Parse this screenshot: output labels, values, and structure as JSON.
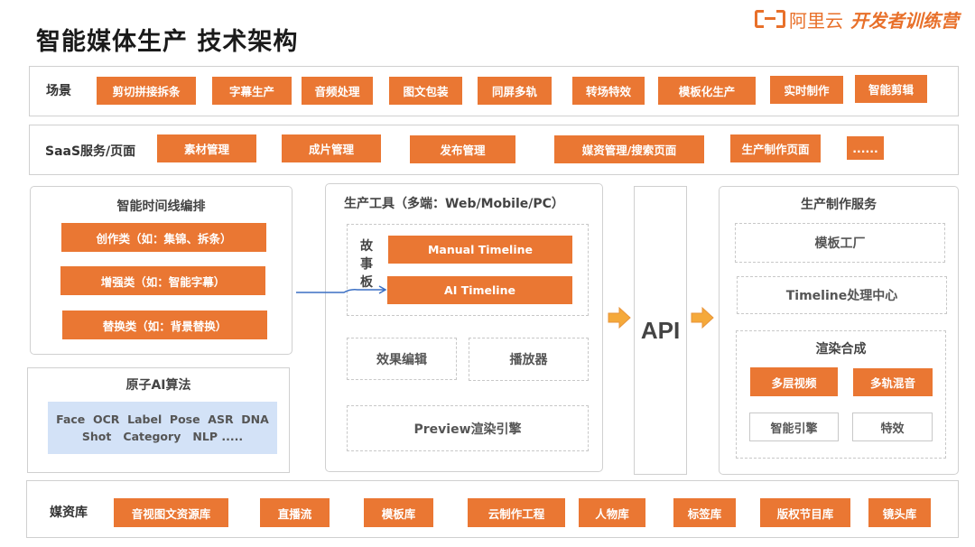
{
  "title": "智能媒体生产 技术架构",
  "brand": {
    "logo_icon": "aliyun-bracket-logo",
    "name": "阿里云",
    "subtitle": "开发者训练营",
    "color": "#e8702a"
  },
  "scenes": {
    "label": "场景",
    "items": [
      "剪切拼接拆条",
      "字幕生产",
      "音频处理",
      "图文包装",
      "同屏多轨",
      "转场特效",
      "模板化生产",
      "实时制作",
      "智能剪辑"
    ]
  },
  "saas": {
    "label": "SaaS服务/页面",
    "items": [
      "素材管理",
      "成片管理",
      "发布管理",
      "媒资管理/搜索页面",
      "生产制作页面",
      "......"
    ]
  },
  "timeline_orchestration": {
    "title": "智能时间线编排",
    "items": [
      "创作类（如：集锦、拆条）",
      "增强类（如：智能字幕）",
      "替换类（如：背景替换）"
    ]
  },
  "atomic_ai": {
    "title": "原子AI算法",
    "line1": "Face  OCR  Label  Pose  ASR  DNA",
    "line2": "Shot   Category   NLP ....."
  },
  "production_tools": {
    "title": "生产工具（多端：Web/Mobile/PC）",
    "storyboard_label": "故事板",
    "storyboard_items": [
      "Manual Timeline",
      "AI Timeline"
    ],
    "effect_edit": "效果编辑",
    "player": "播放器",
    "preview_engine": "Preview渲染引擎"
  },
  "api": {
    "label": "API",
    "arrow_icon": "arrow-right-icon",
    "arrow_color": "#f5a93a"
  },
  "production_service": {
    "title": "生产制作服务",
    "template_factory": "模板工厂",
    "timeline_center": "Timeline处理中心",
    "render": {
      "title": "渲染合成",
      "orange_items": [
        "多层视频",
        "多轨混音"
      ],
      "white_items": [
        "智能引擎",
        "特效"
      ]
    }
  },
  "media_library": {
    "label": "媒资库",
    "items": [
      "音视图文资源库",
      "直播流",
      "模板库",
      "云制作工程",
      "人物库",
      "标签库",
      "版权节目库",
      "镜头库"
    ]
  },
  "colors": {
    "accent_orange": "#ea7733",
    "ai_box_blue": "#d3e2f7",
    "connector_blue": "#3a6fc4"
  }
}
